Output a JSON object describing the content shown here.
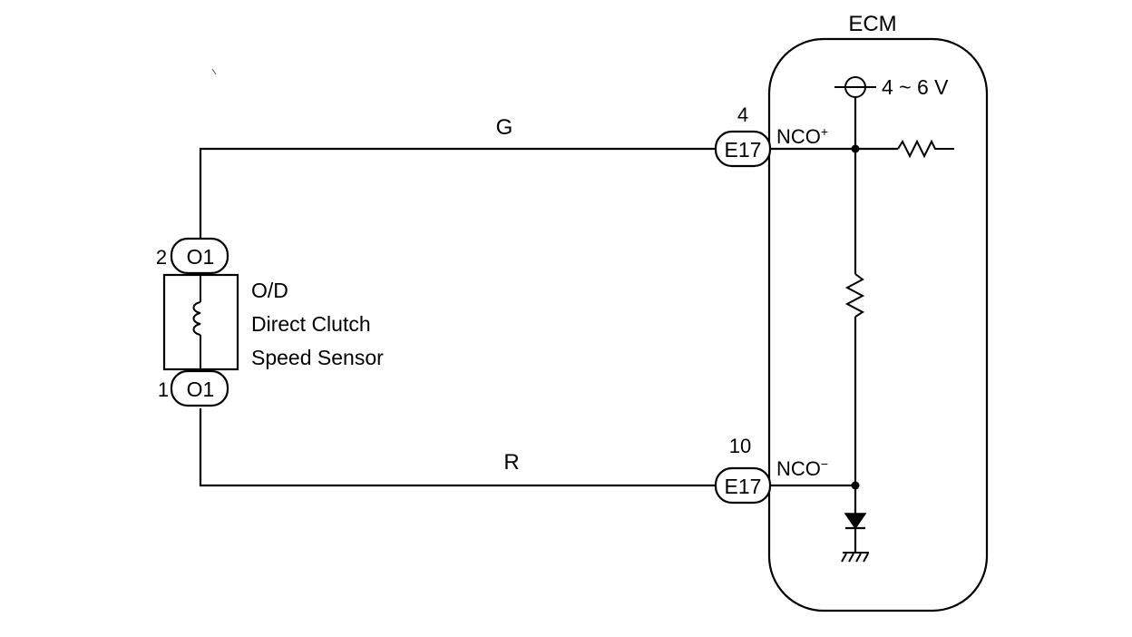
{
  "ecm": {
    "title": "ECM"
  },
  "sensor": {
    "name_lines": [
      "O/D",
      "Direct Clutch",
      "Speed Sensor"
    ],
    "connector": "O1",
    "pins": {
      "top": "2",
      "bottom": "1"
    }
  },
  "wires": {
    "top_color": "G",
    "bottom_color": "R"
  },
  "ecm_connectors": {
    "top": {
      "pin": "4",
      "code": "E17",
      "signal": "NCO",
      "polarity": "+"
    },
    "bottom": {
      "pin": "10",
      "code": "E17",
      "signal": "NCO",
      "polarity": "−"
    }
  },
  "supply": {
    "voltage": "4 ~ 6 V"
  }
}
